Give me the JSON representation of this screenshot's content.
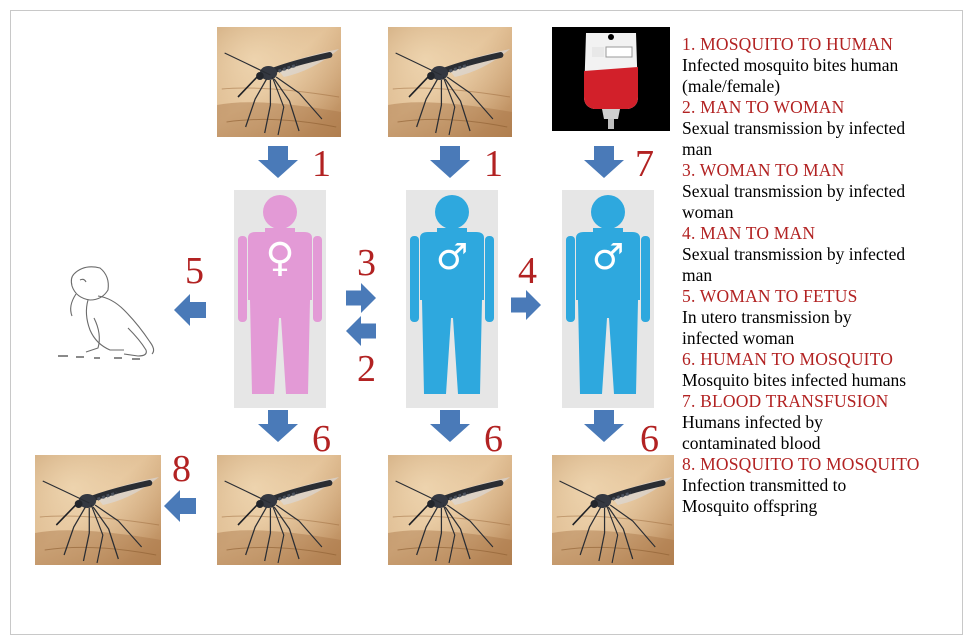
{
  "colors": {
    "arrow": "#4a7ab8",
    "number": "#b22222",
    "heading": "#b22222",
    "female": "#e39ad6",
    "male": "#2ea8de",
    "figure_bg": "#e6e6e6"
  },
  "symbols": {
    "female": "♀",
    "male": "♂"
  },
  "numbers": {
    "n1_left": "1",
    "n1_mid": "1",
    "n7": "7",
    "n3": "3",
    "n2": "2",
    "n4": "4",
    "n5": "5",
    "n6_a": "6",
    "n6_b": "6",
    "n6_c": "6",
    "n8": "8"
  },
  "legend": [
    {
      "heading": "1. MOSQUITO TO HUMAN",
      "description": "Infected mosquito bites human\n(male/female)"
    },
    {
      "heading": "2. MAN TO WOMAN",
      "description": "Sexual transmission by infected\nman"
    },
    {
      "heading": "3. WOMAN TO MAN",
      "description": "Sexual transmission by infected\nwoman"
    },
    {
      "heading": "4. MAN TO MAN",
      "description": "Sexual transmission by infected\n man"
    },
    {
      "heading": "5. WOMAN TO FETUS",
      "description": "In utero transmission by\n infected woman"
    },
    {
      "heading": "6. HUMAN TO MOSQUITO",
      "description": "Mosquito bites infected humans"
    },
    {
      "heading": "7.  BLOOD TRANSFUSION",
      "description": "Humans infected by\ncontaminated blood"
    },
    {
      "heading": "8. MOSQUITO TO MOSQUITO",
      "description": "Infection transmitted to\nMosquito offspring"
    }
  ]
}
